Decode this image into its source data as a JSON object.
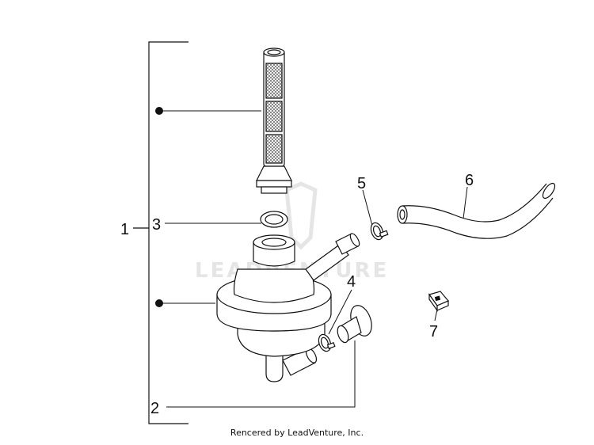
{
  "diagram": {
    "callouts": {
      "c1": "1",
      "c2": "2",
      "c3": "3",
      "c4": "4",
      "c5": "5",
      "c6": "6",
      "c7": "7"
    },
    "watermark": "LEADVENTURE"
  },
  "footer": {
    "credit": "Rencered by LeadVenture, Inc."
  },
  "colors": {
    "line": "#111111",
    "watermark": "#e3e3e3",
    "background": "#ffffff"
  }
}
